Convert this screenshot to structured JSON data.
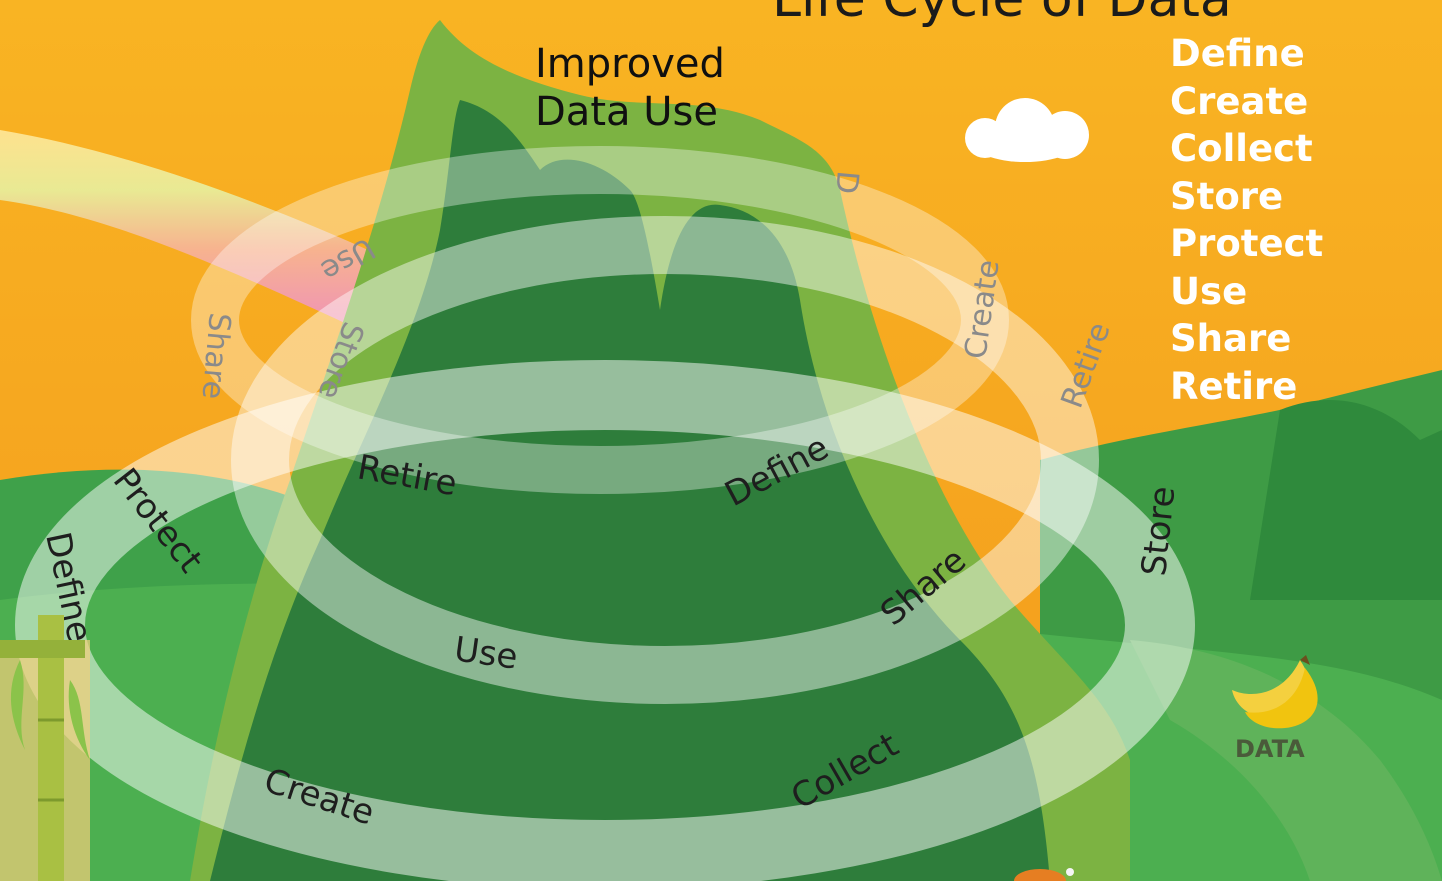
{
  "title": "Life Cycle of Data",
  "peak_label": {
    "line1": "Improved",
    "line2": "Data Use"
  },
  "stages": [
    "Define",
    "Create",
    "Collect",
    "Store",
    "Protect",
    "Use",
    "Share",
    "Retire"
  ],
  "spiral_labels": {
    "define_low": "Define",
    "protect": "Protect",
    "create_low": "Create",
    "use": "Use",
    "collect": "Collect",
    "share": "Share",
    "store": "Store",
    "retire": "Retire",
    "define_mid": "Define",
    "retire_far": "Retire",
    "create_far": "Create",
    "share_far": "Share",
    "store_far": "Store",
    "use_far": "Use",
    "top_far": "D"
  },
  "path_marker": "DATA",
  "colors": {
    "sky": "#f7a623",
    "mountain_light": "#7cb342",
    "mountain_dark": "#2e7d3b",
    "hills": "#3fa14a",
    "ribbon": "#ffffff",
    "stage_text": "#ffffff"
  }
}
